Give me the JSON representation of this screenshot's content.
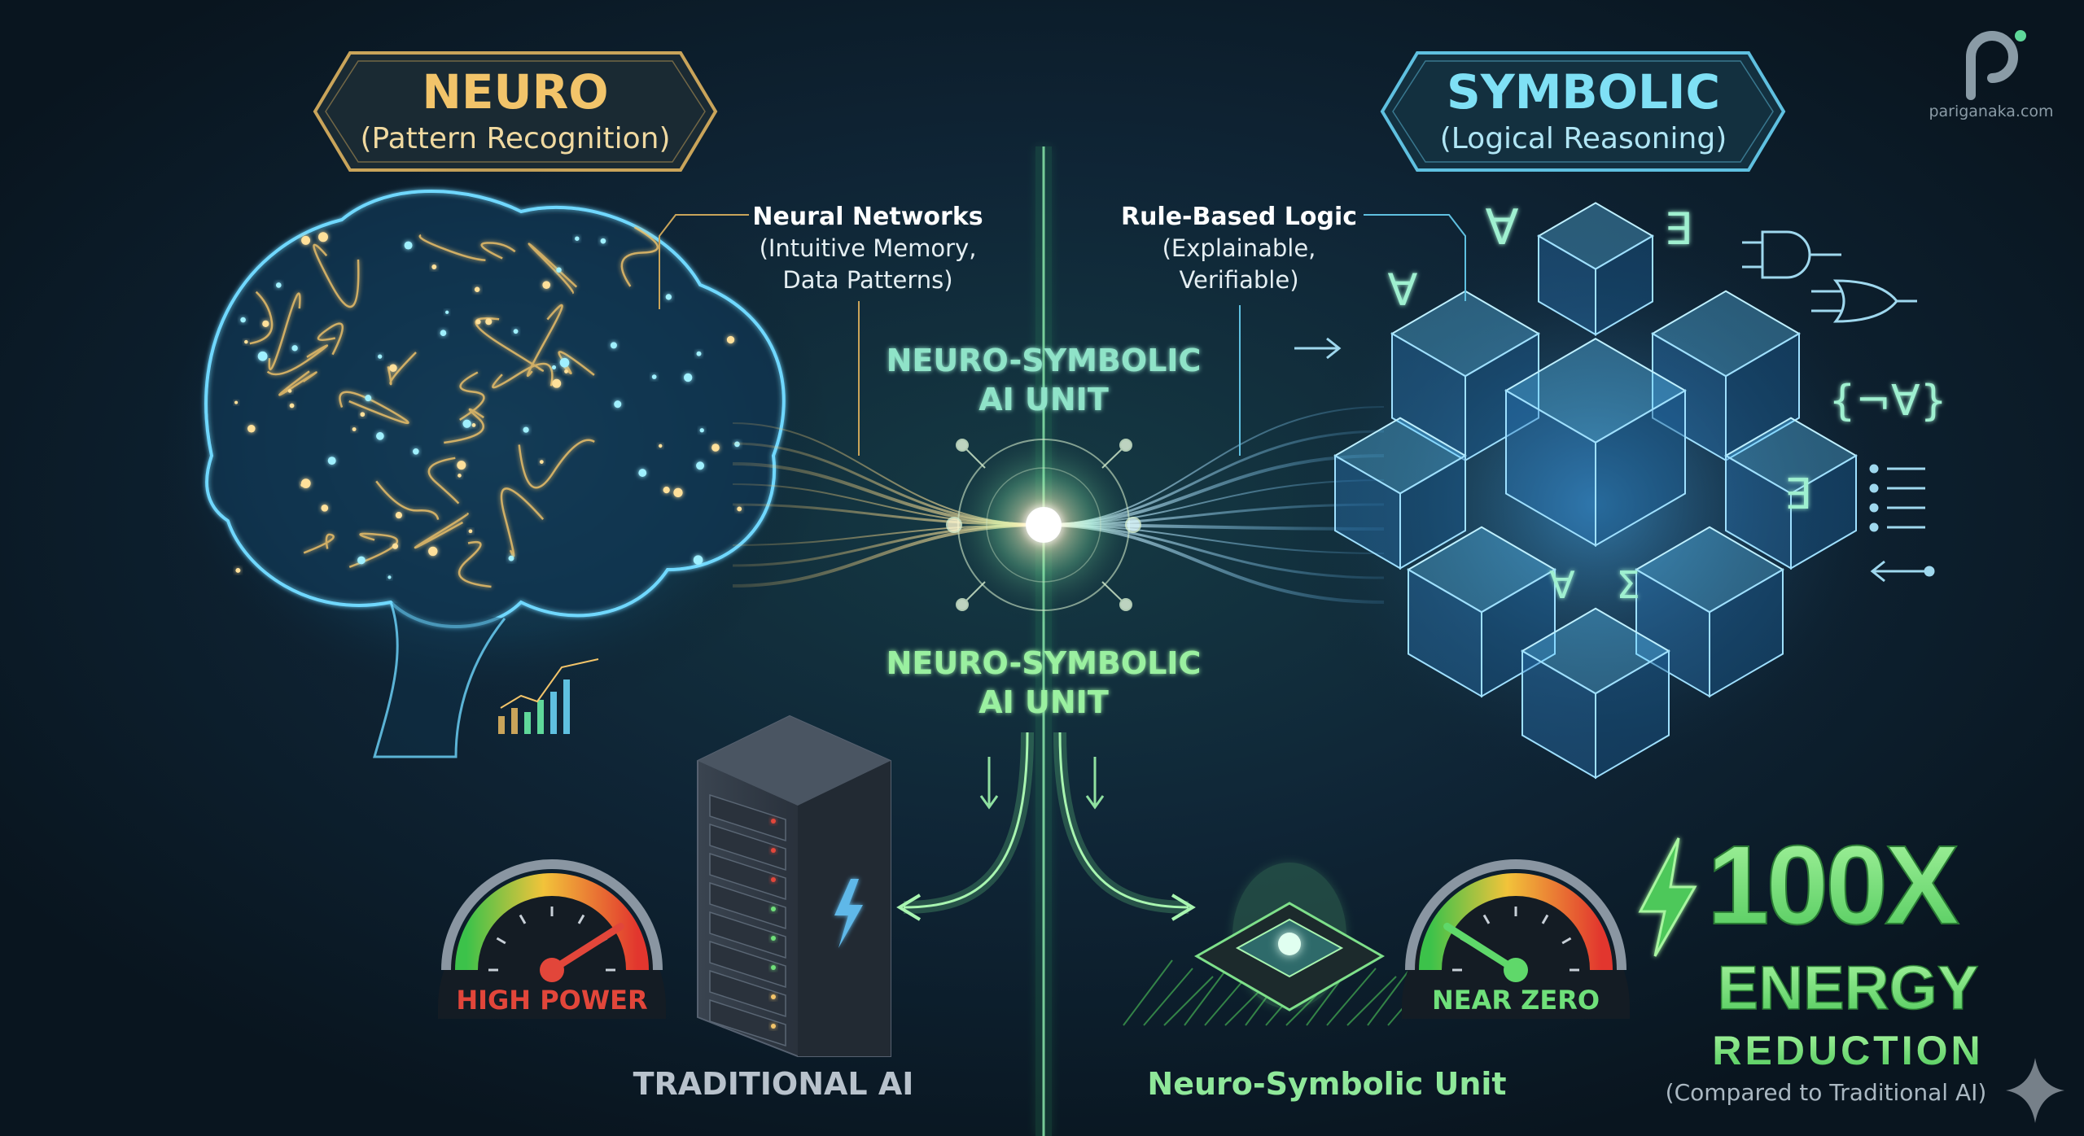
{
  "branding": {
    "logo_text": "pariganaka.com"
  },
  "neuro": {
    "title": "NEURO",
    "subtitle": "(Pattern Recognition)"
  },
  "symbolic": {
    "title": "SYMBOLIC",
    "subtitle": "(Logical Reasoning)"
  },
  "callouts": {
    "neural": {
      "title": "Neural Networks",
      "line1": "(Intuitive Memory,",
      "line2": "Data Patterns)"
    },
    "rule": {
      "title": "Rule-Based Logic",
      "line1": "(Explainable,",
      "line2": "Verifiable)"
    }
  },
  "unit_labels": [
    {
      "line1": "NEURO-SYMBOLIC",
      "line2": "AI UNIT"
    },
    {
      "line1": "NEURO-SYMBOLIC",
      "line2": "AI UNIT"
    }
  ],
  "traditional": {
    "gauge_label": "HIGH POWER",
    "gauge_level": 0.82,
    "caption": "TRADITIONAL AI"
  },
  "neurosymbolic": {
    "gauge_label": "NEAR ZERO",
    "gauge_level": 0.18,
    "caption": "Neuro-Symbolic Unit"
  },
  "headline": {
    "value": "100X",
    "line2": "ENERGY",
    "line3": "REDUCTION",
    "note": "(Compared to Traditional AI)"
  },
  "logic_symbols": [
    "∀",
    "∃",
    "∀",
    "∃",
    "∀",
    "Σ",
    "{¬∀}"
  ],
  "colors": {
    "background": "#0b1a28",
    "neuro_gold": "#f2c46a",
    "symbolic_blue": "#5fd0f0",
    "unit_green": "#7ee08a",
    "high_power_red": "#e2463a",
    "near_zero_green": "#5fd86a"
  }
}
